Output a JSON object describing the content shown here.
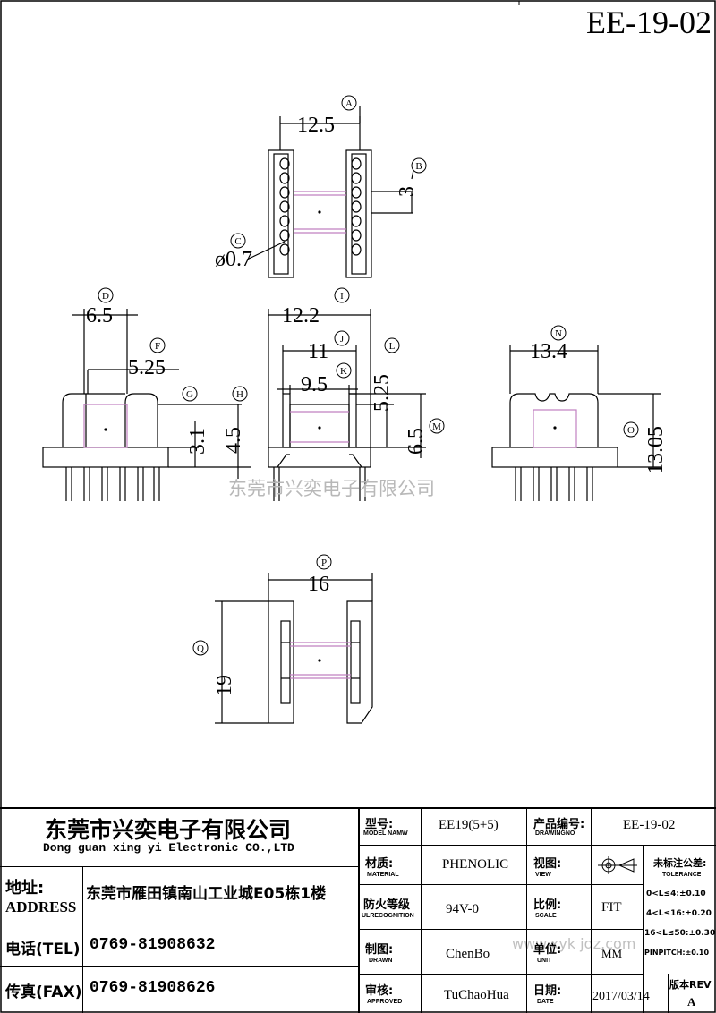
{
  "title": "EE-19-02",
  "watermark_center": "东莞市兴奕电子有限公司",
  "watermark_corner": "www.xyk jdz.com",
  "dimensions": {
    "A": {
      "tag": "A",
      "value": "12.5"
    },
    "B": {
      "tag": "B",
      "value": "3"
    },
    "C": {
      "tag": "C",
      "value": "ø0.7"
    },
    "D": {
      "tag": "D",
      "value": "6.5"
    },
    "F": {
      "tag": "F",
      "value": "5.25"
    },
    "G": {
      "tag": "G",
      "value": "3.1"
    },
    "H": {
      "tag": "H",
      "value": "4.5"
    },
    "I": {
      "tag": "I",
      "value": "12.2"
    },
    "J": {
      "tag": "J",
      "value": "11"
    },
    "K": {
      "tag": "K",
      "value": "9.5"
    },
    "L": {
      "tag": "L",
      "value": "5.25"
    },
    "M": {
      "tag": "M",
      "value": "6.5"
    },
    "N": {
      "tag": "N",
      "value": "13.4"
    },
    "O": {
      "tag": "O",
      "value": "13.05"
    },
    "P": {
      "tag": "P",
      "value": "16"
    },
    "Q": {
      "tag": "Q",
      "value": "19"
    }
  },
  "company": {
    "name_cn": "东莞市兴奕电子有限公司",
    "name_en": "Dong guan xing yi Electronic CO.,LTD",
    "address_label_cn": "地址:",
    "address_label_en": "ADDRESS",
    "address": "东莞市雁田镇南山工业城E05栋1楼",
    "tel_label": "电话(TEL)",
    "tel": "0769-81908632",
    "fax_label": "传真(FAX)",
    "fax": "0769-81908626"
  },
  "fields": {
    "model": {
      "label_cn": "型号:",
      "label_en": "MODEL NAMW",
      "value": "EE19(5+5)"
    },
    "drawingno": {
      "label_cn": "产品编号:",
      "label_en": "DRAWINGNO",
      "value": "EE-19-02"
    },
    "material": {
      "label_cn": "材质:",
      "label_en": "MATERIAL",
      "value": "PHENOLIC"
    },
    "view": {
      "label_cn": "视图:",
      "label_en": "VIEW"
    },
    "ul": {
      "label_cn": "防火等级",
      "label_en": "ULRECOGNITION",
      "value": "94V-0"
    },
    "scale": {
      "label_cn": "比例:",
      "label_en": "SCALE",
      "value": "FIT"
    },
    "drawn": {
      "label_cn": "制图:",
      "label_en": "DRAWN",
      "value": "ChenBo"
    },
    "unit": {
      "label_cn": "单位:",
      "label_en": "UNIT",
      "value": "MM"
    },
    "approved": {
      "label_cn": "审核:",
      "label_en": "APPROVED",
      "value": "TuChaoHua"
    },
    "date": {
      "label_cn": "日期:",
      "label_en": "DATE",
      "value": "2017/03/14"
    }
  },
  "tolerance": {
    "label_cn": "未标注公差:",
    "label_en": "TOLERANCE",
    "rows": [
      "0<L≤4:±0.10",
      "4<L≤16:±0.20",
      "16<L≤50:±0.30",
      "PINPITCH:±0.10"
    ]
  },
  "revision": {
    "label": "版本REV",
    "value": "A"
  }
}
